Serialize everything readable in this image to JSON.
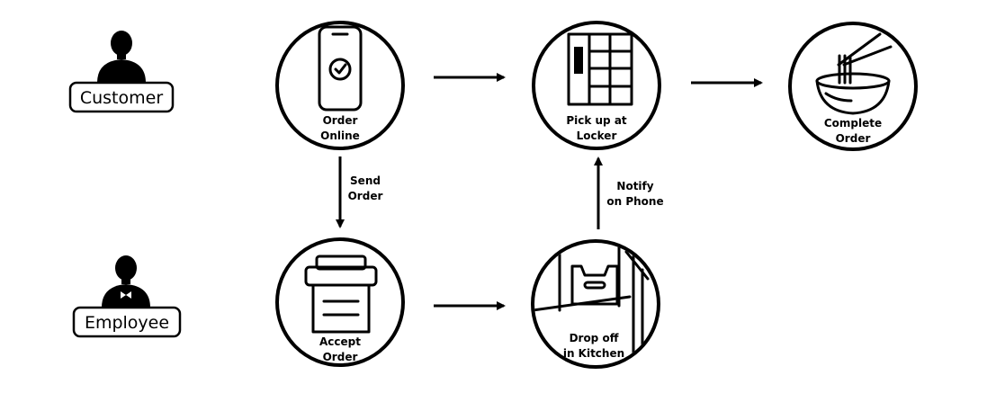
{
  "roles": {
    "customer": "Customer",
    "employee": "Employee"
  },
  "nodes": {
    "order_online": [
      "Order",
      "Online"
    ],
    "pick_up": [
      "Pick up at",
      "Locker"
    ],
    "complete": [
      "Complete",
      "Order"
    ],
    "accept": [
      "Accept",
      "Order"
    ],
    "drop_off": [
      "Drop off",
      "in Kitchen"
    ]
  },
  "edges": {
    "send_order": [
      "Send",
      "Order"
    ],
    "notify": [
      "Notify",
      "on Phone"
    ]
  },
  "icons": {
    "customer": "person-icon",
    "employee": "waiter-icon",
    "order_online": "phone-check-icon",
    "pick_up": "locker-icon",
    "complete": "bowl-chopsticks-icon",
    "accept": "printer-icon",
    "drop_off": "kitchen-door-bag-icon"
  },
  "colors": {
    "ink": "#000000",
    "background": "#ffffff"
  }
}
